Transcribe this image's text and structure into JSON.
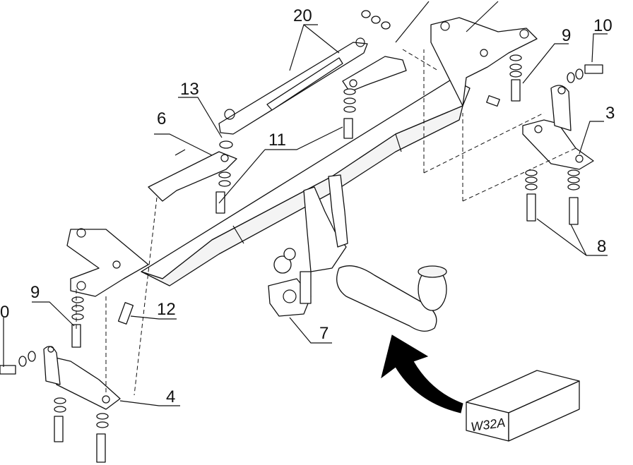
{
  "callouts": {
    "c20": "20",
    "c10_right": "10",
    "c9_right": "9",
    "c13": "13",
    "c6": "6",
    "c11": "11",
    "c3": "3",
    "c8": "8",
    "c9_left": "9",
    "c12": "12",
    "c10_left": "0",
    "c7": "7",
    "c4": "4"
  },
  "package_label": "W32A",
  "colors": {
    "line": "#111111",
    "background": "#ffffff",
    "arrow": "#000000"
  }
}
